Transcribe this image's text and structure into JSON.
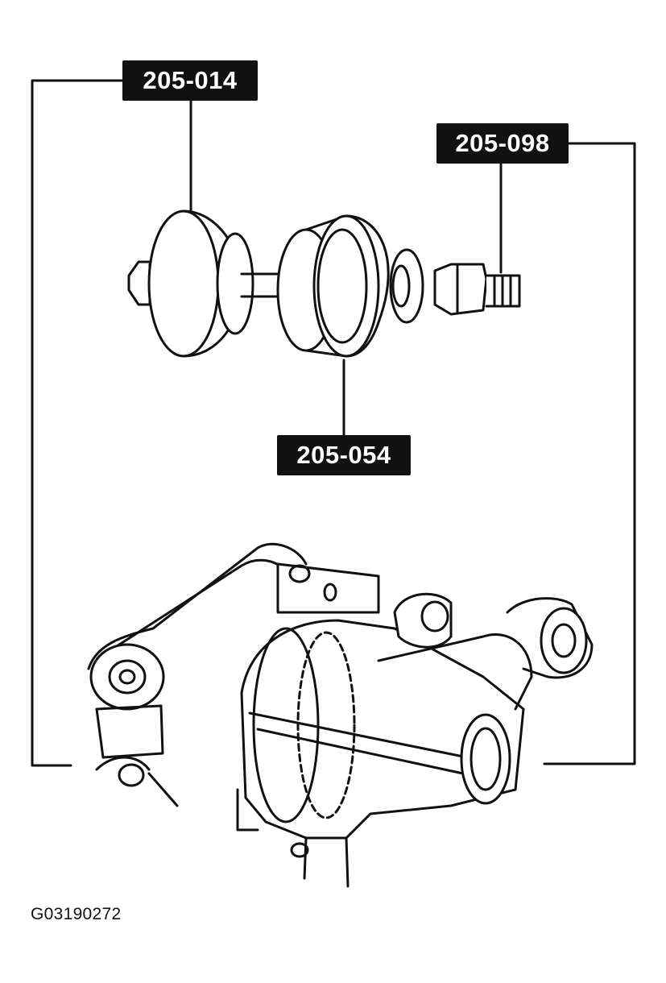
{
  "callouts": {
    "tool_a": "205-014",
    "tool_b": "205-098",
    "tool_c": "205-054"
  },
  "figure_id": "G03190272",
  "colors": {
    "ink": "#111111",
    "paper": "#ffffff"
  },
  "icons": {
    "tool_assembly": "bushing-remover-installer-tool-icon",
    "component": "rear-differential-housing-icon"
  }
}
